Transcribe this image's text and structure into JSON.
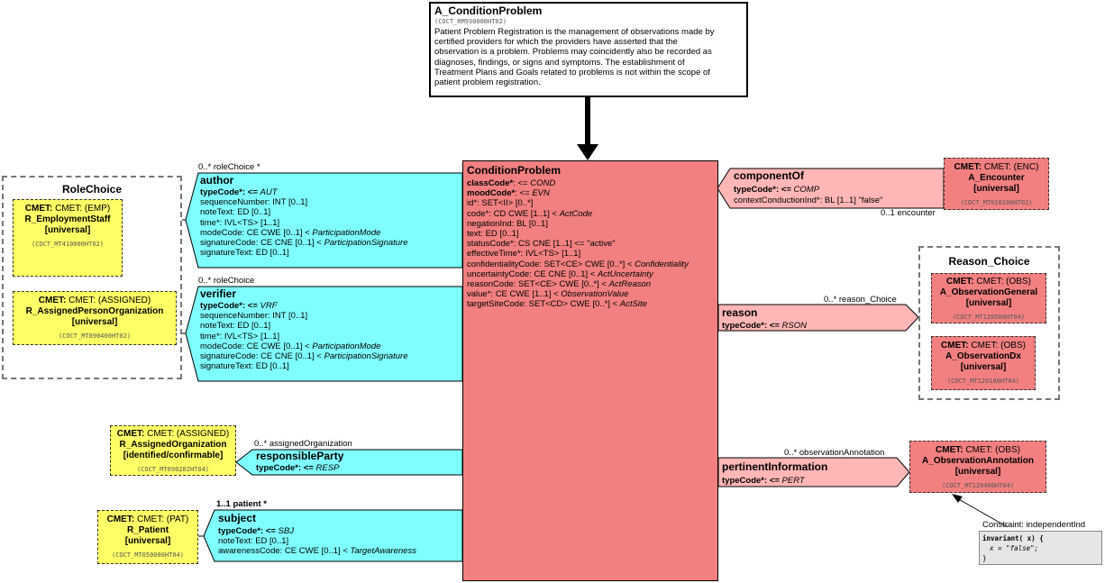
{
  "entry": {
    "title": "A_ConditionProblem",
    "code": "(COCT_RM930000HT02)",
    "description_lines": [
      "Patient Problem Registration is the management of observations made by",
      "certified providers for which the providers have asserted that the",
      "observation is a problem.  Problems may coincidently also be recorded as",
      "diagnoses, findings, or signs and symptoms.  The establishment of",
      "Treatment Plans and Goals related to problems is not within the scope of",
      "patient problem registration."
    ]
  },
  "main": {
    "title": "ConditionProblem",
    "attributes": [
      {
        "name": "classCode*",
        "value": ": <= ",
        "tail": "COND",
        "bold": true
      },
      {
        "name": "moodCode*",
        "value": ": <= ",
        "tail": "EVN",
        "bold": true
      },
      {
        "name": "id*",
        "value": ": SET<II> [0..*]",
        "tail": "",
        "bold": false
      },
      {
        "name": "code*",
        "value": ": CD CWE [1..1] < ",
        "tail": "ActCode",
        "bold": false
      },
      {
        "name": "negationInd",
        "value": ": BL [0..1]",
        "tail": "",
        "bold": false
      },
      {
        "name": "text",
        "value": ": ED [0..1]",
        "tail": "",
        "bold": false
      },
      {
        "name": "statusCode*",
        "value": ": CS CNE [1..1] <= \"active\"",
        "tail": "",
        "bold": false
      },
      {
        "name": "effectiveTime*",
        "value": ": IVL<TS> [1..1]",
        "tail": "",
        "bold": false
      },
      {
        "name": "confidentialityCode",
        "value": ": SET<CE> CWE [0..*] < ",
        "tail": "Confidentiality",
        "bold": false
      },
      {
        "name": "uncertaintyCode",
        "value": ": CE CNE [0..1] < ",
        "tail": "ActUncertainty",
        "bold": false
      },
      {
        "name": "reasonCode",
        "value": ": SET<CE> CWE [0..*] < ",
        "tail": "ActReason",
        "bold": false
      },
      {
        "name": "value*",
        "value": ": CE CWE [1..1] < ",
        "tail": "ObservationValue",
        "bold": false
      },
      {
        "name": "targetSiteCode",
        "value": ": SET<CD> CWE [0..*] < ",
        "tail": "ActSite",
        "bold": false
      }
    ]
  },
  "author": {
    "cardinality": "0..* roleChoice  *",
    "title": "author",
    "lines": [
      {
        "a": "typeCode*: <= ",
        "b": "AUT",
        "bold": true
      },
      {
        "a": "sequenceNumber: INT [0..1]",
        "b": "",
        "bold": false
      },
      {
        "a": "noteText: ED [0..1]",
        "b": "",
        "bold": false
      },
      {
        "a": "time*: IVL<TS> [1..1]",
        "b": "",
        "bold": false
      },
      {
        "a": "modeCode: CE CWE [0..1] < ",
        "b": "ParticipationMode",
        "bold": false
      },
      {
        "a": "signatureCode: CE CNE [0..1] < ",
        "b": "ParticipationSignature",
        "bold": false
      },
      {
        "a": "signatureText: ED [0..1]",
        "b": "",
        "bold": false
      }
    ]
  },
  "verifier": {
    "cardinality": "0..* roleChoice",
    "title": "verifier",
    "lines": [
      {
        "a": "typeCode*: <= ",
        "b": "VRF",
        "bold": true
      },
      {
        "a": "sequenceNumber: INT [0..1]",
        "b": "",
        "bold": false
      },
      {
        "a": "noteText: ED [0..1]",
        "b": "",
        "bold": false
      },
      {
        "a": "time*: IVL<TS> [1..1]",
        "b": "",
        "bold": false
      },
      {
        "a": "modeCode: CE CWE [0..1] < ",
        "b": "ParticipationMode",
        "bold": false
      },
      {
        "a": "signatureCode: CE CNE [0..1] < ",
        "b": "ParticipationSignature",
        "bold": false
      },
      {
        "a": "signatureText: ED [0..1]",
        "b": "",
        "bold": false
      }
    ]
  },
  "role_choice": {
    "title": "RoleChoice",
    "emp": {
      "head": "CMET: (EMP)",
      "name": "R_EmploymentStaff",
      "level": "[universal]",
      "code": "(COCT_MT410000HT02)"
    },
    "assigned": {
      "head": "CMET: (ASSIGNED)",
      "name": "R_AssignedPersonOrganization",
      "level": "[universal]",
      "code": "(COCT_MT090400HT02)"
    }
  },
  "responsible": {
    "cardinality": "0..* assignedOrganization",
    "title": "responsibleParty",
    "typecode": "typeCode*: <= ",
    "typeval": "RESP",
    "cmet": {
      "head": "CMET: (ASSIGNED)",
      "name": "R_AssignedOrganization",
      "level": "[identified/confirmable]",
      "code": "(COCT_MT090202HT04)"
    }
  },
  "subject": {
    "cardinality": "1..1 patient  *",
    "title": "subject",
    "lines": [
      {
        "a": "typeCode*: <= ",
        "b": "SBJ",
        "bold": true
      },
      {
        "a": "noteText: ED [0..1]",
        "b": "",
        "bold": false
      },
      {
        "a": "awarenessCode: CE CWE [0..1] < ",
        "b": "TargetAwareness",
        "bold": false
      }
    ],
    "cmet": {
      "head": "CMET: (PAT)",
      "name": "R_Patient",
      "level": "[universal]",
      "code": "(COCT_MT050000HT04)"
    }
  },
  "component_of": {
    "title": "componentOf",
    "typecode": "typeCode*: <= ",
    "typeval": "COMP",
    "context": "contextConductionInd*: BL [1..1] \"false\"",
    "cardinality": "0..1 encounter",
    "cmet": {
      "head": "CMET: (ENC)",
      "name": "A_Encounter",
      "level": "[universal]",
      "code": "(COCT_MT010100HT02)"
    }
  },
  "reason": {
    "cardinality": "0..* reason_Choice",
    "title": "reason",
    "typecode": "typeCode*: <= ",
    "typeval": "RSON",
    "choice_title": "Reason_Choice",
    "general": {
      "head": "CMET: (OBS)",
      "name": "A_ObservationGeneral",
      "level": "[universal]",
      "code": "(COCT_MT120500HT04)"
    },
    "dx": {
      "head": "CMET: (OBS)",
      "name": "A_ObservationDx",
      "level": "[universal]",
      "code": "(COCT_MT120100HT04)"
    }
  },
  "pertinent": {
    "cardinality": "0..* observationAnnotation",
    "title": "pertinentInformation",
    "typecode": "typeCode*: <= ",
    "typeval": "PERT",
    "cmet": {
      "head": "CMET: (OBS)",
      "name": "A_ObservationAnnotation",
      "level": "[universal]",
      "code": "(COCT_MT120400HT04)"
    }
  },
  "constraint": {
    "title": "Constraint: independentInd",
    "line1": "invariant( x) {",
    "line2": "x = \"false\";",
    "line3": "}"
  },
  "colors": {
    "act": "#f28080",
    "participation": "#7fffff",
    "cmet": "#ffff66",
    "actrel": "#ffb6b6"
  }
}
